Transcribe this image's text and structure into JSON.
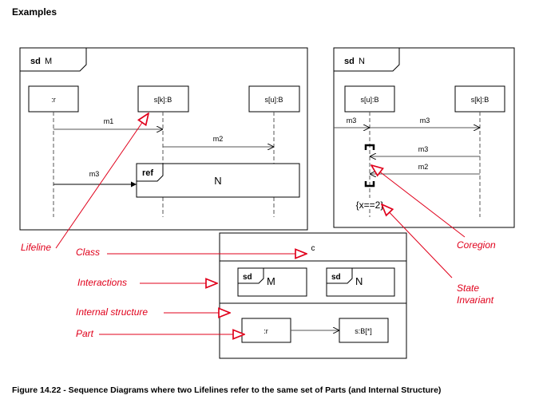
{
  "heading": "Examples",
  "caption": "Figure 14.22  - Sequence Diagrams where two Lifelines refer to the same set of Parts (and Internal Structure)",
  "frame_m": {
    "tag_kw": "sd",
    "tag_name": "M",
    "lifelines": [
      ":r",
      "s[k]:B",
      "s[u]:B"
    ],
    "messages": [
      "m1",
      "m2",
      "m3"
    ],
    "ref_kw": "ref",
    "ref_name": "N"
  },
  "frame_n": {
    "tag_kw": "sd",
    "tag_name": "N",
    "lifelines": [
      "s[u]:B",
      "s[k]:B"
    ],
    "messages": [
      "m3",
      "m3",
      "m3",
      "m2"
    ],
    "state_invariant": "{x==2}"
  },
  "class_box": {
    "name": "c",
    "interactions": [
      {
        "kw": "sd",
        "name": "M"
      },
      {
        "kw": "sd",
        "name": "N"
      }
    ],
    "parts": [
      ":r",
      "s:B[*]"
    ]
  },
  "annotations": {
    "lifeline": "Lifeline",
    "class": "Class",
    "interactions": "Interactions",
    "internal_structure": "Internal structure",
    "part": "Part",
    "coregion": "Coregion",
    "state_invariant_1": "State",
    "state_invariant_2": "Invariant"
  },
  "colors": {
    "annotation": "#e0001b",
    "line": "#000000",
    "lifeline_dash": "#555555"
  }
}
